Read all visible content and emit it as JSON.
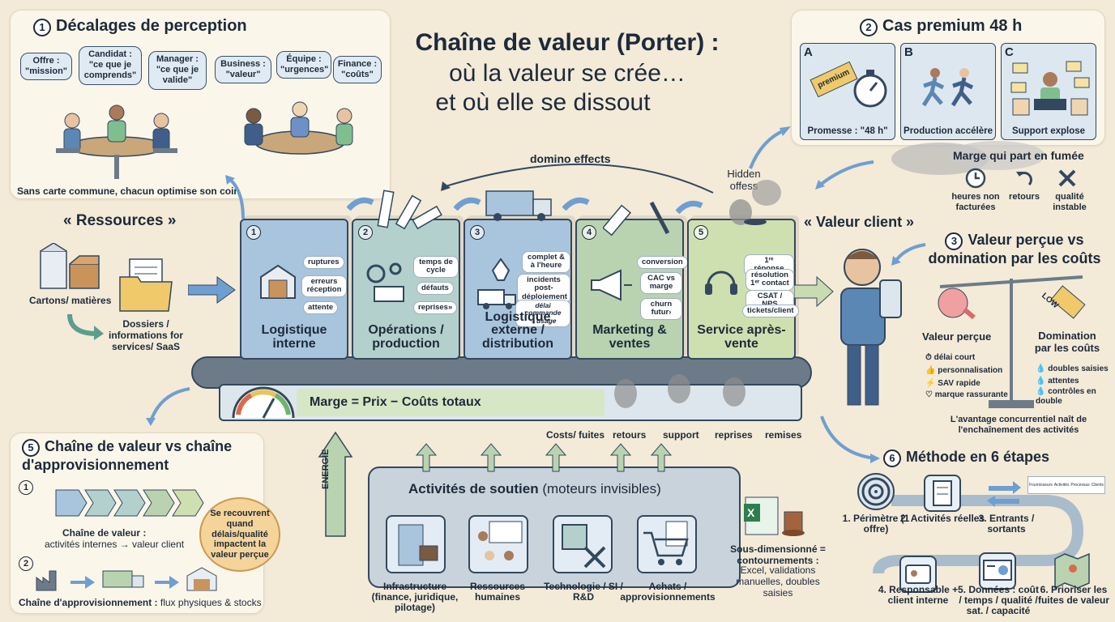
{
  "title": {
    "line1": "Chaîne de valeur (Porter) :",
    "line2": "où la valeur se crée…",
    "line3": "et où elle se dissout"
  },
  "p1": {
    "num": "1",
    "title": "Décalages de perception",
    "bubbles": [
      "Offre : \"mission\"",
      "Candidat : \"ce que je comprends\"",
      "Manager : \"ce que je valide\"",
      "Business : \"valeur\"",
      "Équipe : \"urgences\"",
      "Finance : \"coûts\""
    ],
    "caption": "Sans carte commune, chacun optimise son coin"
  },
  "p2": {
    "num": "2",
    "title": "Cas premium 48 h",
    "panels": [
      {
        "letter": "A",
        "caption": "Promesse : \"48 h\"",
        "badge": "premium"
      },
      {
        "letter": "B",
        "caption": "Production accélère"
      },
      {
        "letter": "C",
        "caption": "Support explose"
      }
    ],
    "smoke": "Marge qui part en fumée",
    "items": [
      "heures non facturées",
      "retours",
      "qualité instable"
    ]
  },
  "p3": {
    "num": "3",
    "title": "Valeur perçue vs domination par les coûts",
    "left_title": "Valeur perçue",
    "right_title": "Domination par les coûts",
    "low": "LOW",
    "left": [
      "délai court",
      "personnalisation",
      "SAV rapide",
      "marque rassurante"
    ],
    "right": [
      "doubles saisies",
      "attentes",
      "contrôles en double"
    ],
    "footer": "L'avantage concurrentiel naît de l'enchaînement des activités"
  },
  "p5": {
    "num": "5",
    "title": "Chaîne de valeur vs chaîne d'approvisionnement",
    "s1": "1",
    "s1_label": "Chaîne de valeur :",
    "s1_sub": "activités internes → valeur client",
    "s2": "2",
    "s2_label": "Chaîne d'approvisionnement :",
    "s2_sub": " flux physiques & stocks",
    "callout": "Se recouvrent quand délais/qualité impactent la valeur perçue"
  },
  "p6": {
    "num": "6",
    "title": "Méthode en 6 étapes",
    "steps": [
      "1. Périmètre (1 offre)",
      "2. Activités réelles",
      "3. Entrants / sortants",
      "4. Responsable + client interne",
      "5. Données : coût / temps / qualité / sat. / capacité",
      "6. Prioriser les fuites de valeur"
    ],
    "mini": [
      "Fournisseurs",
      "Activités",
      "Processus",
      "Clients"
    ]
  },
  "ressources": {
    "title": "« Ressources »",
    "items": [
      "Cartons/ matières",
      "Dossiers / informations for services/ SaaS"
    ]
  },
  "valeur_client": "« Valeur client »",
  "domino": "domino effects",
  "hidden": "Hidden offess",
  "primary": [
    {
      "n": "1",
      "label": "Logistique interne",
      "chips": [
        "ruptures",
        "erreurs réception",
        "attente"
      ],
      "color": "#a9c4dd"
    },
    {
      "n": "2",
      "label": "Opérations / production",
      "chips": [
        "temps de cycle",
        "défauts",
        "reprises»"
      ],
      "color": "#b4d0cc"
    },
    {
      "n": "3",
      "label": "Logistique externe / distribution",
      "chips": [
        "complet & à l'heure",
        "incidents post-déploiement",
        "délai commande →usage"
      ],
      "color": "#a9c4dd"
    },
    {
      "n": "4",
      "label": "Marketing & ventes",
      "chips": [
        "conversion",
        "CAC vs marge",
        "churn futur›"
      ],
      "color": "#b9d3b0"
    },
    {
      "n": "5",
      "label": "Service après-vente",
      "chips": [
        "1ʳᵉ réponse",
        "résolution 1ᵉʳ contact",
        "CSAT / NPS",
        "tickets/client"
      ],
      "color": "#cfe0b0"
    }
  ],
  "marge": "Marge = Prix − Coûts totaux",
  "leaks": [
    "Costs/ fuites",
    "retours",
    "support",
    "reprises",
    "remises"
  ],
  "energie": "ENERGIE",
  "support": {
    "title": "Activités de soutien",
    "subtitle": "(moteurs invisibles)",
    "items": [
      "Infrastructure (finance, juridique, pilotage)",
      "Ressources humaines",
      "Technologie / SI / R&D",
      "Achats / approvisionnements"
    ]
  },
  "sous_dim": {
    "title": "Sous-dimensionné = contournements :",
    "text": "Excel, validations manuelles, doubles saisies"
  }
}
